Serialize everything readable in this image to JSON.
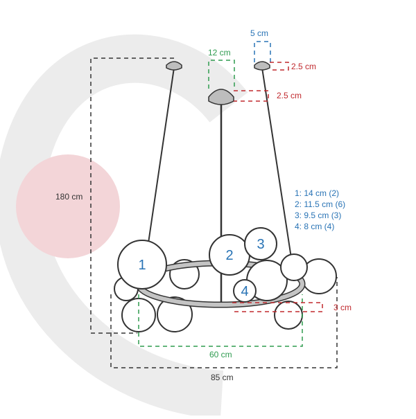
{
  "dimensions": {
    "total_height": "180 cm",
    "canopy_width": "12 cm",
    "canopy_height": "2.5 cm",
    "anchor_width": "5 cm",
    "anchor_height": "2.5 cm",
    "ring_height": "3 cm",
    "ring_diameter": "60 cm",
    "overall_width": "85 cm"
  },
  "legend": [
    "1: 14 cm (2)",
    "2: 11.5 cm (6)",
    "3: 9.5 cm (3)",
    "4: 8 cm (4)"
  ],
  "globe_labels": [
    "1",
    "2",
    "3",
    "4"
  ],
  "colors": {
    "red_dim": "#c0282d",
    "green_dim": "#2e9b4f",
    "blue_dim": "#2873b5",
    "black_dim": "#333333",
    "brand_arc": "#ececec",
    "brand_dot": "#f3d5d8"
  }
}
